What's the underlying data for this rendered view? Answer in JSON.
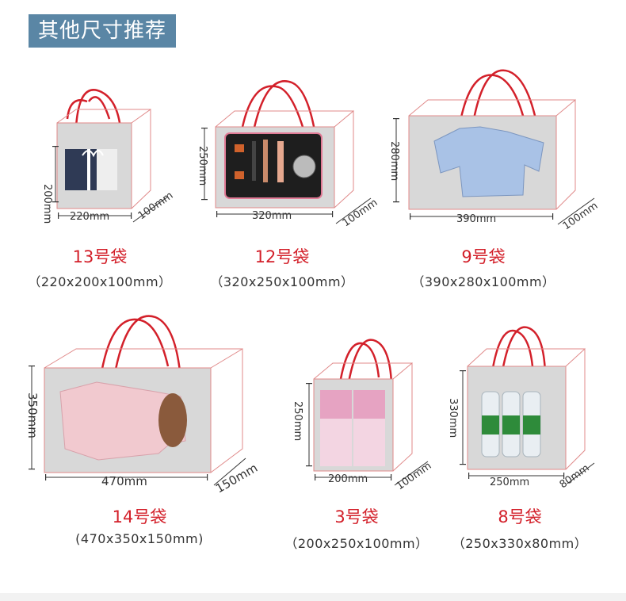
{
  "header": {
    "title": "其他尺寸推荐"
  },
  "colors": {
    "banner": "#5a86a5",
    "handle": "#d3202a",
    "box_edge": "#e08a8a",
    "box_fill": "#d8d8d8",
    "name_text": "#d3202a"
  },
  "bags": [
    {
      "name": "13号袋",
      "dims": "（220x200x100mm）",
      "width_label": "220mm",
      "height_label": "200mm",
      "depth_label": "100mm",
      "contents": "gift-box"
    },
    {
      "name": "12号袋",
      "dims": "（320x250x100mm）",
      "width_label": "320mm",
      "height_label": "250mm",
      "depth_label": "100mm",
      "contents": "cosmetics-set"
    },
    {
      "name": "9号袋",
      "dims": "（390x280x100mm）",
      "width_label": "390mm",
      "height_label": "280mm",
      "depth_label": "100mm",
      "contents": "blue-coat"
    },
    {
      "name": "14号袋",
      "dims": "(470x350x150mm)",
      "width_label": "470mm",
      "height_label": "350mm",
      "depth_label": "150mm",
      "contents": "pink-down-coat"
    },
    {
      "name": "3号袋",
      "dims": "（200x250x100mm）",
      "width_label": "200mm",
      "height_label": "250mm",
      "depth_label": "100mm",
      "contents": "pink-boxes"
    },
    {
      "name": "8号袋",
      "dims": "（250x330x80mm）",
      "width_label": "250mm",
      "height_label": "330mm",
      "depth_label": "80mm",
      "contents": "water-bottles"
    }
  ]
}
